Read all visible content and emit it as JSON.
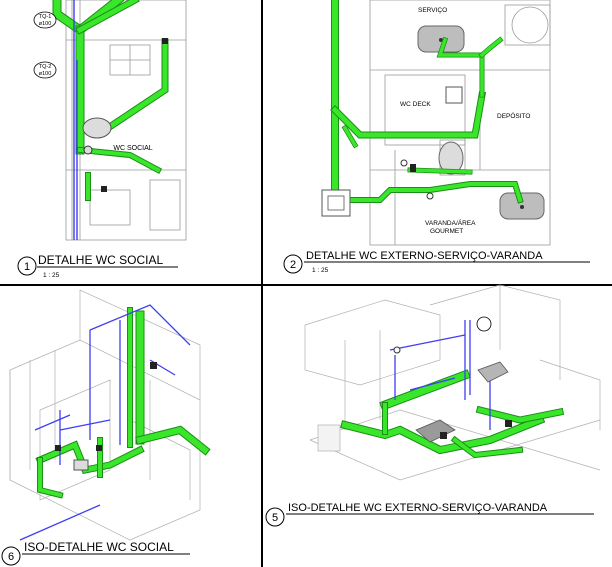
{
  "colors": {
    "pipe_green": "#39e62a",
    "pipe_green_dark": "#1a8f16",
    "pipe_blue": "#3f3ff2",
    "line_gray": "#9a9a9a",
    "frame": "#000000"
  },
  "panels": [
    {
      "number": "1",
      "title": "DETALHE WC SOCIAL",
      "scale": "1 : 25",
      "labels": {
        "tq1": "TQ-1",
        "tq1_d": "ø100",
        "tq2": "TQ-2",
        "tq2_d": "ø100",
        "room": "WC SOCIAL"
      }
    },
    {
      "number": "2",
      "title": "DETALHE WC EXTERNO-SERVIÇO-VARANDA",
      "scale": "1 : 25",
      "labels": {
        "servico": "SERVIÇO",
        "wcdeck": "WC DECK",
        "deposito": "DEPÓSITO",
        "varanda1": "VARANDA/ÁREA",
        "varanda2": "GOURMET"
      }
    },
    {
      "number": "6",
      "title": "ISO-DETALHE WC SOCIAL"
    },
    {
      "number": "5",
      "title": "ISO-DETALHE WC EXTERNO-SERVIÇO-VARANDA"
    }
  ]
}
